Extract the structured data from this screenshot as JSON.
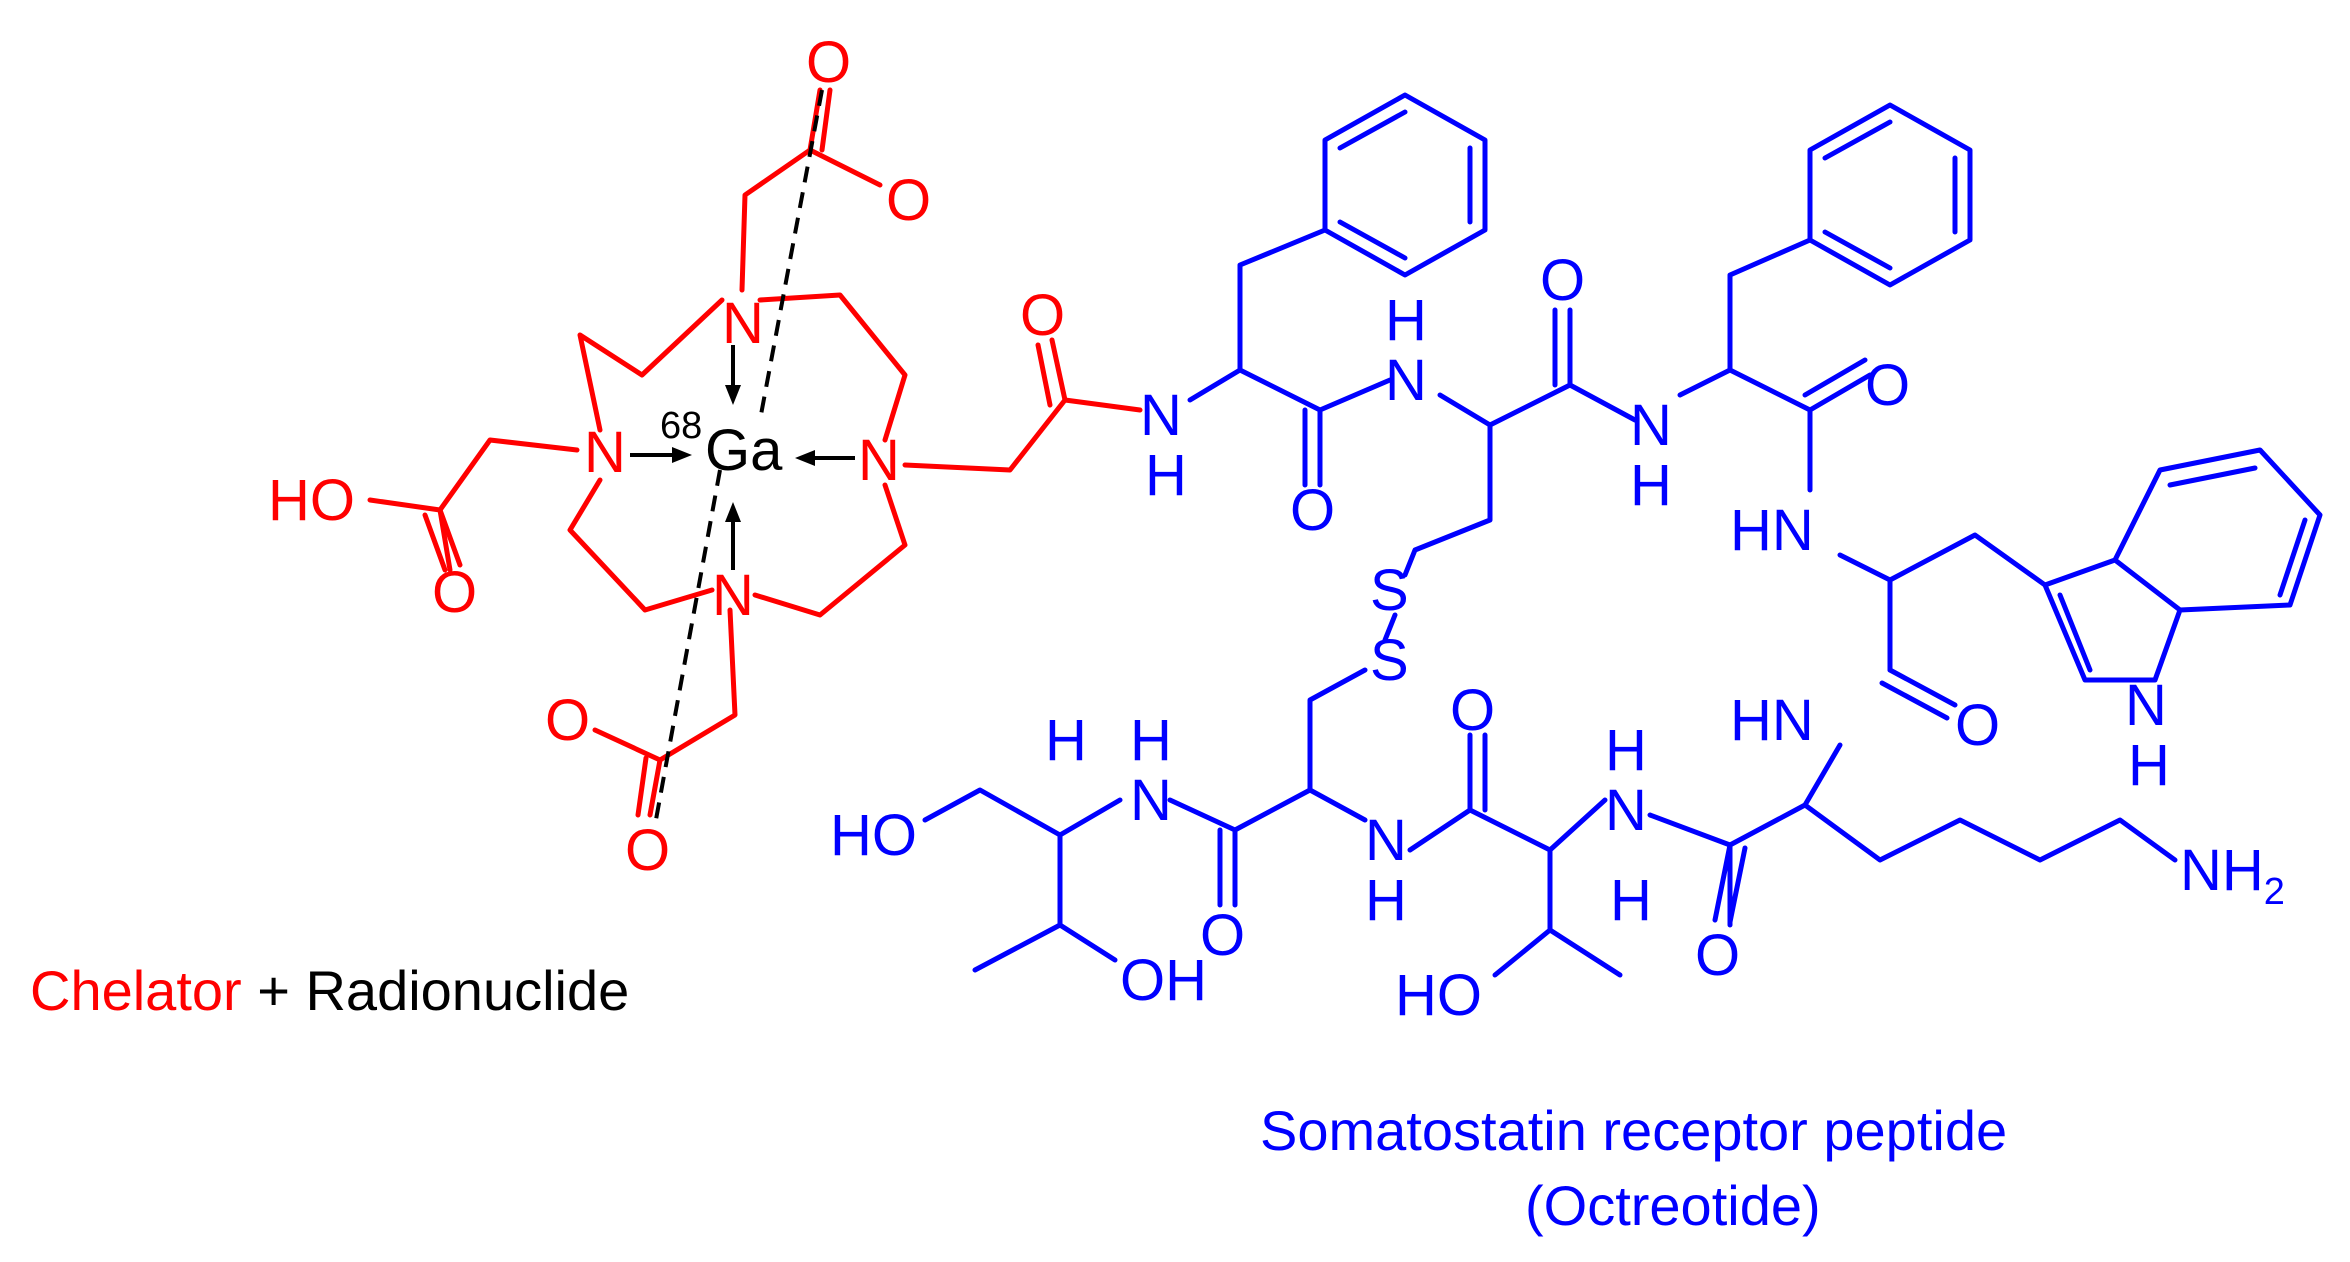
{
  "colors": {
    "chelator": "#ff0000",
    "peptide": "#0000ff",
    "metal": "#000000"
  },
  "chelator": {
    "atoms": {
      "n": "N",
      "o": "O",
      "ho": "HO"
    }
  },
  "radionuclide": {
    "mass_number": "68",
    "symbol": "Ga"
  },
  "peptide": {
    "atoms": {
      "n": "N",
      "h": "H",
      "o": "O",
      "s": "S",
      "hn": "HN",
      "ho": "HO",
      "oh": "OH",
      "nh2_main": "NH",
      "nh2_sub": "2"
    }
  },
  "captions": {
    "chelator_label": "Chelator",
    "plus_radionuclide": " + Radionuclide",
    "peptide_label": "Somatostatin receptor peptide",
    "peptide_name": "(Octreotide)"
  }
}
